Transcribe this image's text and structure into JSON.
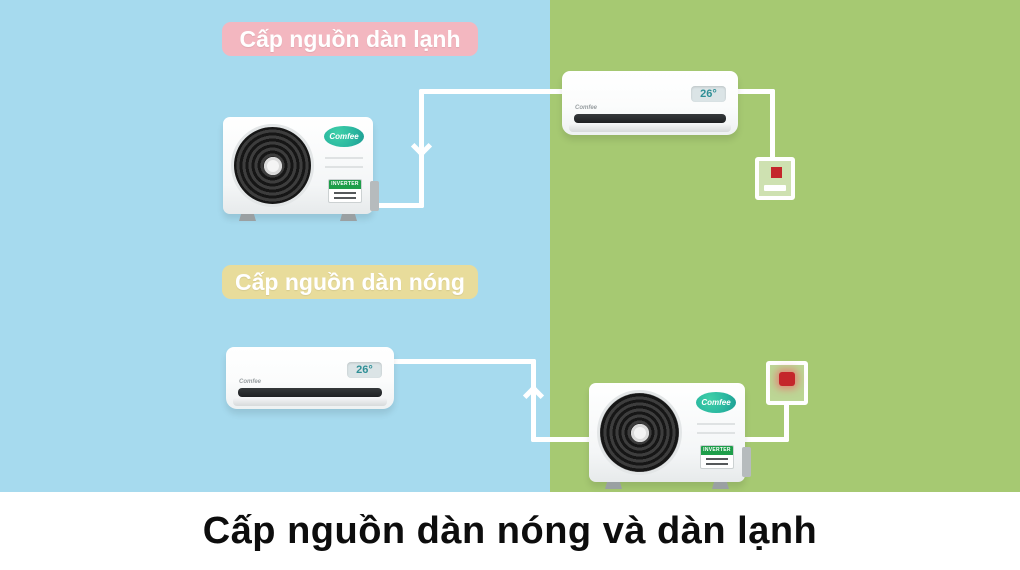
{
  "title": "Cấp nguồn dàn nóng và dàn lạnh",
  "labels": {
    "indoor_power": "Cấp nguồn dàn lạnh",
    "outdoor_power": "Cấp nguồn dàn nóng"
  },
  "units": {
    "brand": "Comfee",
    "inverter_label": "INVERTER",
    "display_temp": "26°"
  },
  "colors": {
    "bg-left": "#a6daee",
    "bg-right": "#a6c972",
    "badge-pink": "#f3b7c0",
    "badge-yellow": "#e8dc9b",
    "wire": "#ffffff",
    "switch-red": "#c4262b",
    "caption-bg": "#ffffff",
    "caption-text": "#0d0d0d",
    "logo-teal": "#2ab7a0"
  }
}
